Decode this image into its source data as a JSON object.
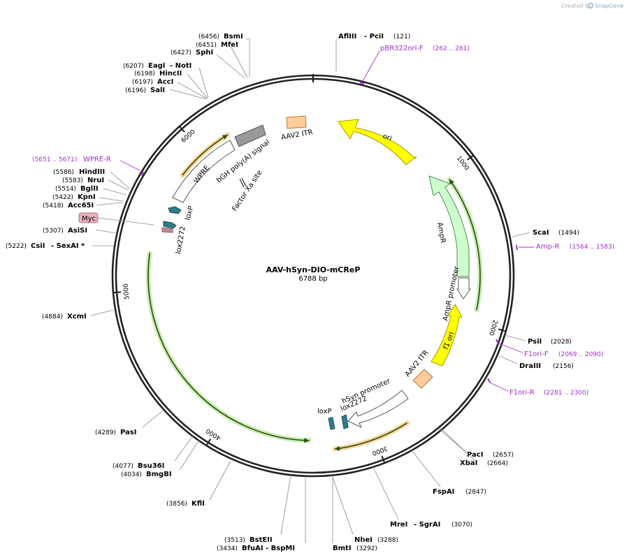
{
  "app": {
    "credit_text": "Created by",
    "credit_brand": "SnapGene"
  },
  "plasmid": {
    "name": "AAV-hSyn-DIO-mCReP",
    "size_text": "6788 bp",
    "length": 6788
  },
  "ticks": [
    {
      "position": 1000,
      "label": "1000"
    },
    {
      "position": 2000,
      "label": "2000"
    },
    {
      "position": 3000,
      "label": "3000"
    },
    {
      "position": 4000,
      "label": "4000"
    },
    {
      "position": 5000,
      "label": "5000"
    },
    {
      "position": 6000,
      "label": "6000"
    }
  ],
  "enzymes": [
    {
      "id": "bsmi",
      "label": "BsmI",
      "pos_text": "(6456)",
      "position": 6456
    },
    {
      "id": "mfei",
      "label": "MfeI",
      "pos_text": "(6451)",
      "position": 6451
    },
    {
      "id": "sphi",
      "label": "SphI",
      "pos_text": "(6427)",
      "position": 6427
    },
    {
      "id": "eagi",
      "label": "EagI",
      "label2": "NotI",
      "pos_text": "(6207)",
      "position": 6207
    },
    {
      "id": "hincii",
      "label": "HincII",
      "pos_text": "(6198)",
      "position": 6198
    },
    {
      "id": "acci",
      "label": "AccI",
      "pos_text": "(6197)",
      "position": 6197
    },
    {
      "id": "sali",
      "label": "SalI",
      "pos_text": "(6196)",
      "position": 6196
    },
    {
      "id": "afliii",
      "label": "AflIII",
      "label2": "PciI",
      "pos_text": "(121)",
      "position": 121
    },
    {
      "id": "hindiii",
      "label": "HindIII",
      "pos_text": "(5586)",
      "position": 5586
    },
    {
      "id": "nrui",
      "label": "NruI",
      "pos_text": "(5583)",
      "position": 5583
    },
    {
      "id": "bglii",
      "label": "BglII",
      "pos_text": "(5514)",
      "position": 5514
    },
    {
      "id": "kpni",
      "label": "KpnI",
      "pos_text": "(5422)",
      "position": 5422
    },
    {
      "id": "acc65i",
      "label": "Acc65I",
      "pos_text": "(5418)",
      "position": 5418
    },
    {
      "id": "asisi",
      "label": "AsiSI",
      "pos_text": "(5307)",
      "position": 5307
    },
    {
      "id": "csii",
      "label": "CsiI",
      "label2": "SexAI *",
      "pos_text": "(5222)",
      "position": 5222
    },
    {
      "id": "xcmi",
      "label": "XcmI",
      "pos_text": "(4884)",
      "position": 4884
    },
    {
      "id": "pasi",
      "label": "PasI",
      "pos_text": "(4289)",
      "position": 4289
    },
    {
      "id": "bsu36i",
      "label": "Bsu36I",
      "pos_text": "(4077)",
      "position": 4077
    },
    {
      "id": "bmgbi",
      "label": "BmgBI",
      "pos_text": "(4034)",
      "position": 4034
    },
    {
      "id": "kfli",
      "label": "KflI",
      "pos_text": "(3856)",
      "position": 3856
    },
    {
      "id": "bsteii",
      "label": "BstEII",
      "pos_text": "(3513)",
      "position": 3513
    },
    {
      "id": "bfuai",
      "label": "BfuAI",
      "label2": "BspMI",
      "pos_text": "(3434)",
      "position": 3434
    },
    {
      "id": "nhei",
      "label": "NheI",
      "pos_text": "(3288)",
      "position": 3288
    },
    {
      "id": "bmti",
      "label": "BmtI",
      "pos_text": "(3292)",
      "position": 3292
    },
    {
      "id": "mrei",
      "label": "MreI",
      "label2": "SgrAI",
      "pos_text": "(3070)",
      "position": 3070
    },
    {
      "id": "fspai",
      "label": "FspAI",
      "pos_text": "(2847)",
      "position": 2847
    },
    {
      "id": "paci",
      "label": "PacI",
      "pos_text": "(2657)",
      "position": 2657
    },
    {
      "id": "xbai",
      "label": "XbaI",
      "pos_text": "(2664)",
      "position": 2664
    },
    {
      "id": "scai",
      "label": "ScaI",
      "pos_text": "(1494)",
      "position": 1494
    },
    {
      "id": "psii",
      "label": "PsiI",
      "pos_text": "(2028)",
      "position": 2028
    },
    {
      "id": "draiii",
      "label": "DraIII",
      "pos_text": "(2156)",
      "position": 2156
    }
  ],
  "primers": [
    {
      "id": "pbr322ori-f",
      "label": "pBR322ori-F",
      "range_text": "(262 .. 281)",
      "start": 262,
      "end": 281
    },
    {
      "id": "wpre-r",
      "label": "WPRE-R",
      "range_text": "(5651 .. 5671)",
      "start": 5651,
      "end": 5671
    },
    {
      "id": "amp-r",
      "label": "Amp-R",
      "range_text": "(1564 .. 1583)",
      "start": 1564,
      "end": 1583
    },
    {
      "id": "f1ori-f",
      "label": "F1ori-F",
      "range_text": "(2069 .. 2090)",
      "start": 2069,
      "end": 2090
    },
    {
      "id": "f1ori-r",
      "label": "F1ori-R",
      "range_text": "(2281 .. 2300)",
      "start": 2281,
      "end": 2300
    }
  ],
  "features": [
    {
      "id": "ori",
      "label": "ori",
      "color": "#ffff00",
      "stroke": "#9e9e00"
    },
    {
      "id": "ampr",
      "label": "AmpR",
      "color": "#ccffcc",
      "stroke": "#5a8a5a"
    },
    {
      "id": "ampr-promoter",
      "label": "AmpR promoter",
      "color": "#ffffff",
      "stroke": "#555555"
    },
    {
      "id": "f1-ori",
      "label": "f1 ori",
      "color": "#ffff00",
      "stroke": "#9e9e00"
    },
    {
      "id": "aav2-itr-right",
      "label": "AAV2 ITR",
      "color": "#ffcc99",
      "stroke": "#b07a40"
    },
    {
      "id": "hsyn-promoter",
      "label": "hSyn promoter",
      "color": "#ffffff",
      "stroke": "#555555"
    },
    {
      "id": "lox2272-right",
      "label": "lox2272",
      "color": "#2e7d8a",
      "stroke": "#1d4f58"
    },
    {
      "id": "loxp-right",
      "label": "loxP",
      "color": "#2e7d8a",
      "stroke": "#1d4f58"
    },
    {
      "id": "factor-xa",
      "label": "Factor Xa site"
    },
    {
      "id": "bgh-polya",
      "label": "bGH poly(A) signal",
      "color": "#999999",
      "stroke": "#555555"
    },
    {
      "id": "aav2-itr-top",
      "label": "AAV2 ITR",
      "color": "#ffcc99",
      "stroke": "#b07a40"
    },
    {
      "id": "wpre",
      "label": "WPRE",
      "color": "#ffffff",
      "stroke": "#555555"
    },
    {
      "id": "loxp-left",
      "label": "loxP",
      "color": "#2e7d8a",
      "stroke": "#1d4f58"
    },
    {
      "id": "lox2272-left",
      "label": "lox2272",
      "color": "#2e7d8a",
      "stroke": "#1d4f58"
    },
    {
      "id": "myc",
      "label": "Myc",
      "color": "#e8b4c0",
      "stroke": "#8a5a66"
    }
  ],
  "colors": {
    "orf_line": "#2a4a10",
    "orf_glow_green": "#b8e89a",
    "orf_glow_orange": "#f5c97a",
    "primer": "#a12fd0",
    "backbone": "#222222"
  }
}
